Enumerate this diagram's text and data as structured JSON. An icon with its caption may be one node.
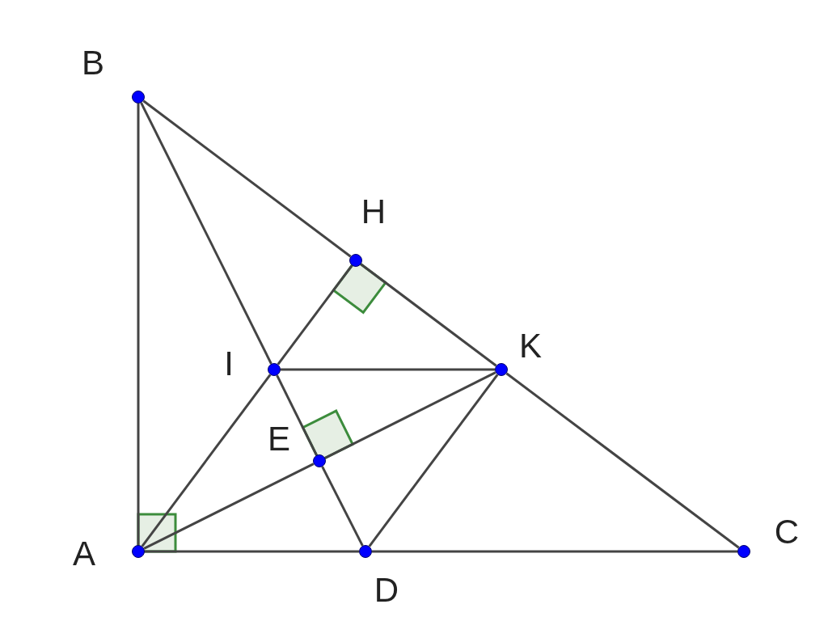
{
  "diagram": {
    "nodes": [
      {
        "text": [
          "B"
        ]
      },
      {
        "text": [
          "H"
        ]
      },
      {
        "text": [
          "I"
        ]
      },
      {
        "text": [
          "K"
        ]
      },
      {
        "text": [
          "E"
        ]
      },
      {
        "text": [
          "A"
        ]
      },
      {
        "text": [
          "D"
        ]
      },
      {
        "text": [
          "C"
        ]
      }
    ],
    "edges": [
      {
        "from": 5,
        "to": 0,
        "arrow": "none"
      },
      {
        "from": 0,
        "to": 1,
        "arrow": "none"
      },
      {
        "from": 1,
        "to": 3,
        "arrow": "none"
      },
      {
        "from": 3,
        "to": 7,
        "arrow": "none"
      },
      {
        "from": 5,
        "to": 6,
        "arrow": "none"
      },
      {
        "from": 6,
        "to": 7,
        "arrow": "none"
      },
      {
        "from": 0,
        "to": 2,
        "arrow": "none"
      },
      {
        "from": 2,
        "to": 4,
        "arrow": "none"
      },
      {
        "from": 4,
        "to": 6,
        "arrow": "none"
      },
      {
        "from": 5,
        "to": 2,
        "arrow": "none"
      },
      {
        "from": 2,
        "to": 1,
        "arrow": "none"
      },
      {
        "from": 5,
        "to": 4,
        "arrow": "none"
      },
      {
        "from": 4,
        "to": 3,
        "arrow": "none"
      },
      {
        "from": 2,
        "to": 3,
        "arrow": "none"
      },
      {
        "from": 3,
        "to": 6,
        "arrow": "none"
      }
    ]
  }
}
